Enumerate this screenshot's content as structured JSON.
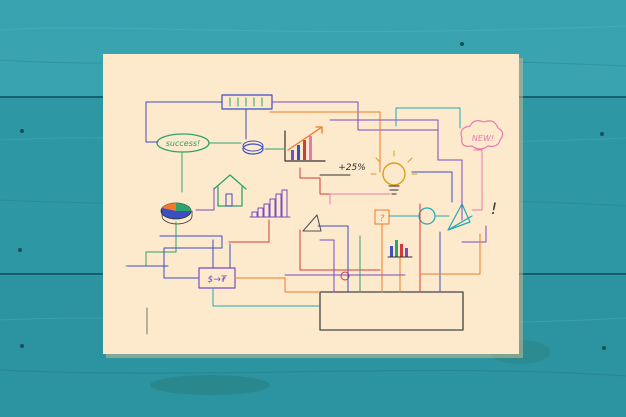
{
  "photo": {
    "palette": {
      "wood": "#2f9aa7",
      "wood_dark": "#1f7f8c",
      "wood_light": "#49b2bd",
      "paper": "#fde9cc",
      "paper_shadow": "#e6caa3",
      "ink_blue": "#3a4fc1",
      "ink_green": "#2ea36b",
      "ink_orange": "#ef7b2a",
      "ink_red": "#d33a3a",
      "ink_purple": "#7a4cc4",
      "ink_pink": "#e67ab0",
      "ink_teal": "#21a9b5"
    }
  },
  "sketch": {
    "success_text": "success!",
    "new_text": "NEW!",
    "percent_text": "+25%",
    "money_text": "$→₮",
    "exclaim_text": "!",
    "question_text": "?"
  }
}
